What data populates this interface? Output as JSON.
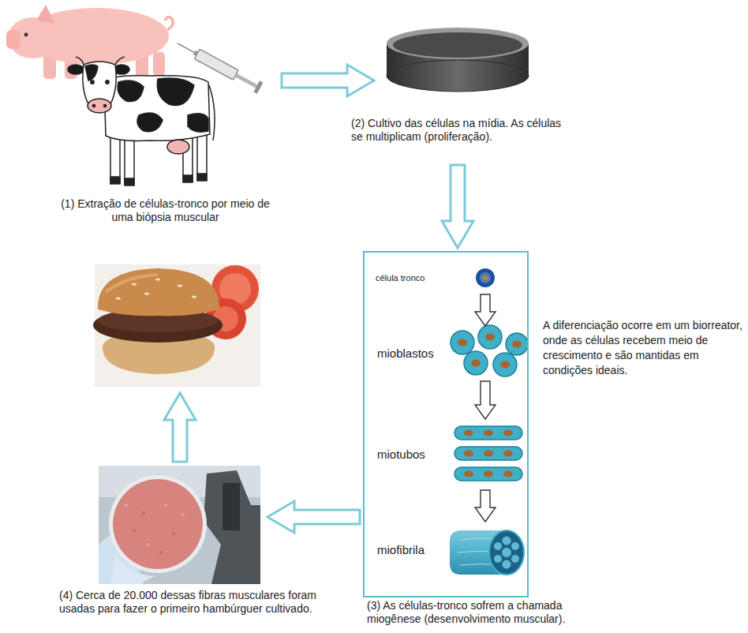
{
  "diagram": {
    "nodes": [
      {
        "text": [
          "(1) Extração de células-tronco por meio de uma biópsia muscular"
        ]
      },
      {
        "text": [
          "(2) Cultivo das células na mídia. As células se multiplicam (proliferação)."
        ]
      },
      {
        "text": [
          "(3) As células-tronco sofrem a chamada miogênese (desenvolvimento muscular).",
          "A diferenciação ocorre em um biorreator, onde as células recebem meio de crescimento e são mantidas em condições ideais."
        ]
      },
      {
        "text": [
          "célula tronco"
        ],
        "in": 2
      },
      {
        "text": [
          "mioblastos"
        ],
        "in": 2
      },
      {
        "text": [
          "miotubos"
        ],
        "in": 2
      },
      {
        "text": [
          "miofibrila"
        ],
        "in": 2
      },
      {
        "text": [
          "(4) Cerca de 20.000 dessas fibras musculares foram usadas para fazer o primeiro hambúrguer cultivado."
        ]
      }
    ],
    "edges": [
      {
        "from": 0,
        "to": 1,
        "arrow": "to"
      },
      {
        "from": 1,
        "to": 2,
        "arrow": "to"
      },
      {
        "from": 3,
        "to": 4,
        "arrow": "to"
      },
      {
        "from": 4,
        "to": 5,
        "arrow": "to"
      },
      {
        "from": 5,
        "to": 6,
        "arrow": "to"
      },
      {
        "from": 2,
        "to": 7,
        "arrow": "to"
      }
    ]
  }
}
